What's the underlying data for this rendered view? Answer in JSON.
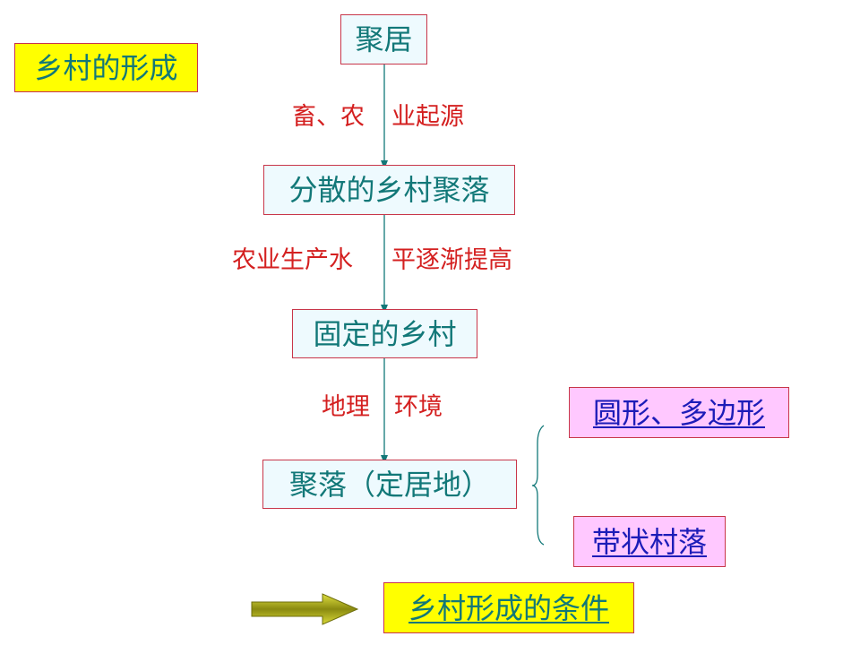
{
  "title": "乡村的形成",
  "nodes": {
    "n1": "聚居",
    "n2": "分散的乡村聚落",
    "n3": "固定的乡村",
    "n4": "聚落（定居地）"
  },
  "edges": {
    "e1": {
      "left": "畜、农",
      "right": "业起源"
    },
    "e2": {
      "left": "农业生产水",
      "right": "平逐渐提高"
    },
    "e3": {
      "left": "地理",
      "right": "环境"
    }
  },
  "shapes": {
    "polygon": "圆形、多边形",
    "strip": "带状村落"
  },
  "next_link": "乡村形成的条件",
  "colors": {
    "node_text": "#127878",
    "node_border": "#c8364a",
    "node_fill": "#eefafe",
    "edge_label": "#d42020",
    "title_fill": "#ffff00",
    "link_fill": "#ffc8ff",
    "link_text": "#1c1cb8",
    "arrow_line": "#127878"
  }
}
